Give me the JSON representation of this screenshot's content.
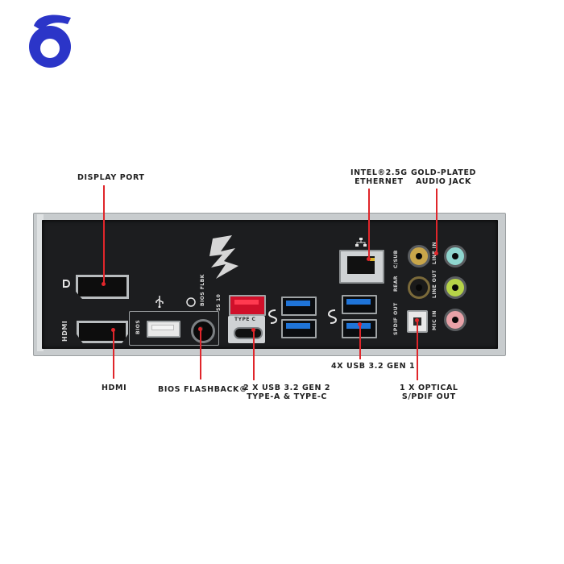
{
  "brand": {
    "logo_icon": "shop-logo-icon",
    "accent": "#2b35c8"
  },
  "colors": {
    "leader": "#e0262b",
    "usb_blue": "#1f74d8",
    "usb_red": "#d0102a",
    "jack_gold": "#c9a64a",
    "jack_pink": "#e8a2a8",
    "jack_teal": "#8fd6cf"
  },
  "callouts": {
    "display_port": "DISPLAY PORT",
    "hdmi": "HDMI",
    "bios_flashback": "BIOS FLASHBACK®",
    "usb32_gen2_line1": "2 X USB 3.2 GEN 2",
    "usb32_gen2_line2": "TYPE-A & TYPE-C",
    "usb32_gen1": "4X USB 3.2 GEN 1",
    "ethernet_line1": "INTEL®2.5G",
    "ethernet_line2": "ETHERNET",
    "audio_line1": "GOLD-PLATED",
    "audio_line2": "AUDIO JACK",
    "optical_line1": "1 X OPTICAL",
    "optical_line2": "S/PDIF OUT"
  },
  "shield_labels": {
    "hdmi": "HDMI",
    "bios": "BIOS",
    "bios_flbk": "BIOS FLBK",
    "type_c": "TYPE C",
    "ss10": "SS 10",
    "c_sub": "C/SUB",
    "rear": "REAR",
    "spdif_out": "SPDIF OUT",
    "line_out": "LINE OUT",
    "mic_in": "MIC IN",
    "line_in": "LINE IN"
  }
}
